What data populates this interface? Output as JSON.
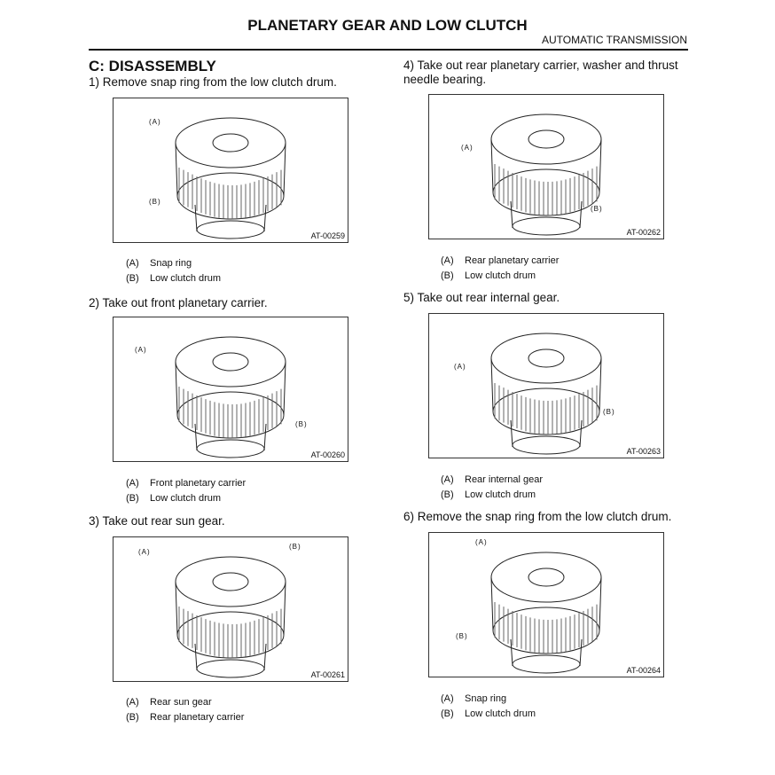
{
  "header": {
    "title": "PLANETARY GEAR AND LOW CLUTCH",
    "subtitle": "AUTOMATIC TRANSMISSION"
  },
  "section": "C:  DISASSEMBLY",
  "steps": [
    {
      "text": "1) Remove snap ring from the low clutch drum.",
      "code": "AT-00259",
      "a": "(A)",
      "b": "(B)",
      "legend": [
        {
          "k": "(A)",
          "v": "Snap ring"
        },
        {
          "k": "(B)",
          "v": "Low clutch drum"
        }
      ]
    },
    {
      "text": "2) Take out front planetary carrier.",
      "code": "AT-00260",
      "a": "(A)",
      "b": "(B)",
      "legend": [
        {
          "k": "(A)",
          "v": "Front planetary carrier"
        },
        {
          "k": "(B)",
          "v": "Low clutch drum"
        }
      ]
    },
    {
      "text": "3) Take out rear sun gear.",
      "code": "AT-00261",
      "a": "(A)",
      "b": "(B)",
      "legend": [
        {
          "k": "(A)",
          "v": "Rear sun gear"
        },
        {
          "k": "(B)",
          "v": "Rear planetary carrier"
        }
      ]
    },
    {
      "text": "4) Take out rear planetary carrier, washer and thrust needle bearing.",
      "code": "AT-00262",
      "a": "(A)",
      "b": "(B)",
      "legend": [
        {
          "k": "(A)",
          "v": "Rear planetary carrier"
        },
        {
          "k": "(B)",
          "v": "Low clutch drum"
        }
      ]
    },
    {
      "text": "5) Take out rear internal gear.",
      "code": "AT-00263",
      "a": "(A)",
      "b": "(B)",
      "legend": [
        {
          "k": "(A)",
          "v": "Rear internal gear"
        },
        {
          "k": "(B)",
          "v": "Low clutch drum"
        }
      ]
    },
    {
      "text": "6) Remove the snap ring from the low clutch drum.",
      "code": "AT-00264",
      "a": "(A)",
      "b": "(B)",
      "legend": [
        {
          "k": "(A)",
          "v": "Snap ring"
        },
        {
          "k": "(B)",
          "v": "Low clutch drum"
        }
      ]
    }
  ]
}
